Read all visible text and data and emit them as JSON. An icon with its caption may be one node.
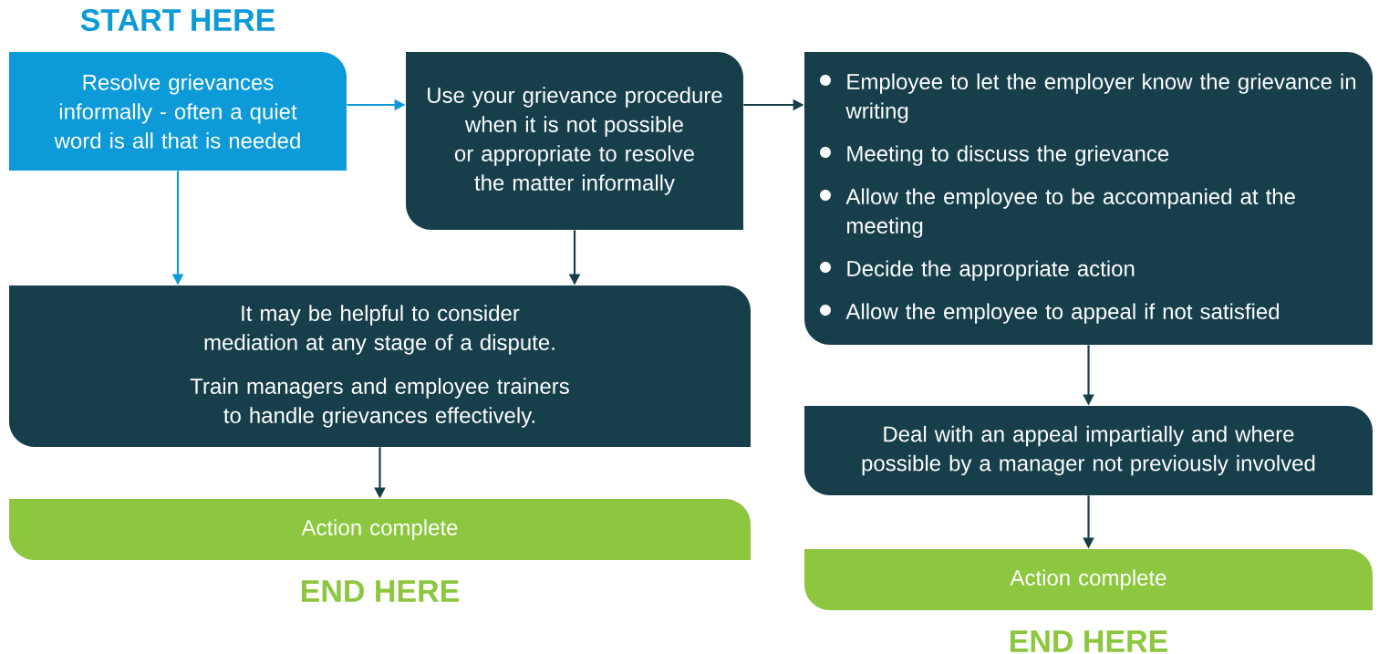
{
  "diagram": {
    "nodes": [
      {
        "text": [
          "START HERE",
          "Resolve grievances informally - often a quiet word is all that is needed"
        ]
      },
      {
        "text": [
          "Use your grievance procedure when it is not possible or appropriate to resolve the matter informally"
        ]
      },
      {
        "text": [
          "Employee to let the employer know the grievance in writing",
          "Meeting to discuss the grievance",
          "Allow the employee to be accompanied at the meeting",
          "Decide the appropriate action",
          "Allow the employee to appeal if not satisfied"
        ]
      },
      {
        "text": [
          "It may be helpful to consider mediation at any stage of a dispute.",
          "Train managers and employee trainers to handle grievances effectively."
        ]
      },
      {
        "text": [
          "Action complete",
          "END HERE"
        ]
      },
      {
        "text": [
          "Deal with an appeal impartially and where possible by a manager not previously involved"
        ]
      },
      {
        "text": [
          "Action complete",
          "END HERE"
        ]
      }
    ],
    "edges": [
      {
        "from": 0,
        "to": 1,
        "arrow": "to",
        "color": "#0d9ad8"
      },
      {
        "from": 0,
        "to": 3,
        "arrow": "to",
        "color": "#0d9ad8"
      },
      {
        "from": 1,
        "to": 3,
        "arrow": "to"
      },
      {
        "from": 1,
        "to": 2,
        "arrow": "to"
      },
      {
        "from": 3,
        "to": 4,
        "arrow": "to"
      },
      {
        "from": 2,
        "to": 5,
        "arrow": "to"
      },
      {
        "from": 5,
        "to": 6,
        "arrow": "to"
      }
    ]
  }
}
